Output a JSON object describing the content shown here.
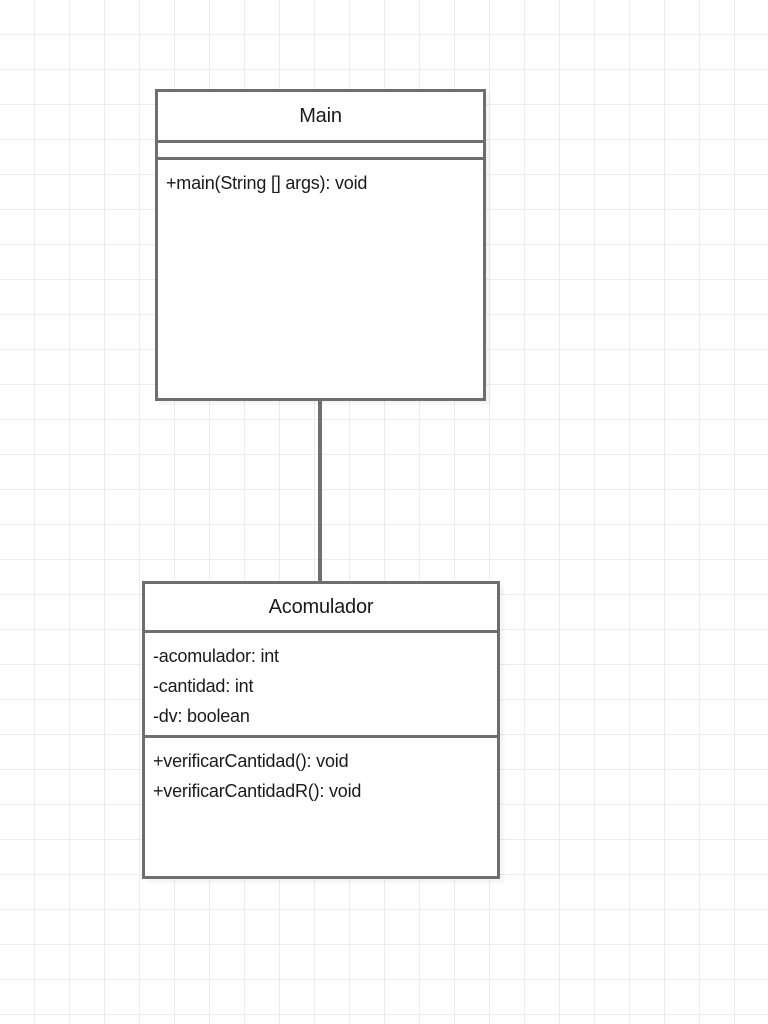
{
  "diagram": {
    "type": "uml-class-diagram",
    "background": {
      "color": "#ffffff",
      "grid_color": "#ececec",
      "grid_size": 35
    },
    "stroke_color": "#6e6e6e",
    "text_color": "#1a1a1a"
  },
  "classes": [
    {
      "id": "main",
      "name": "Main",
      "attributes": [],
      "methods": [
        "+main(String [] args): void"
      ]
    },
    {
      "id": "acomulador",
      "name": "Acomulador",
      "attributes": [
        "-acomulador: int",
        "-cantidad: int",
        "-dv: boolean"
      ],
      "methods": [
        "+verificarCantidad(): void",
        "+verificarCantidadR(): void"
      ]
    }
  ],
  "connectors": [
    {
      "id": "main-acomulador",
      "from": "main",
      "to": "acomulador",
      "style": "solid-line",
      "arrowhead": "none"
    }
  ]
}
